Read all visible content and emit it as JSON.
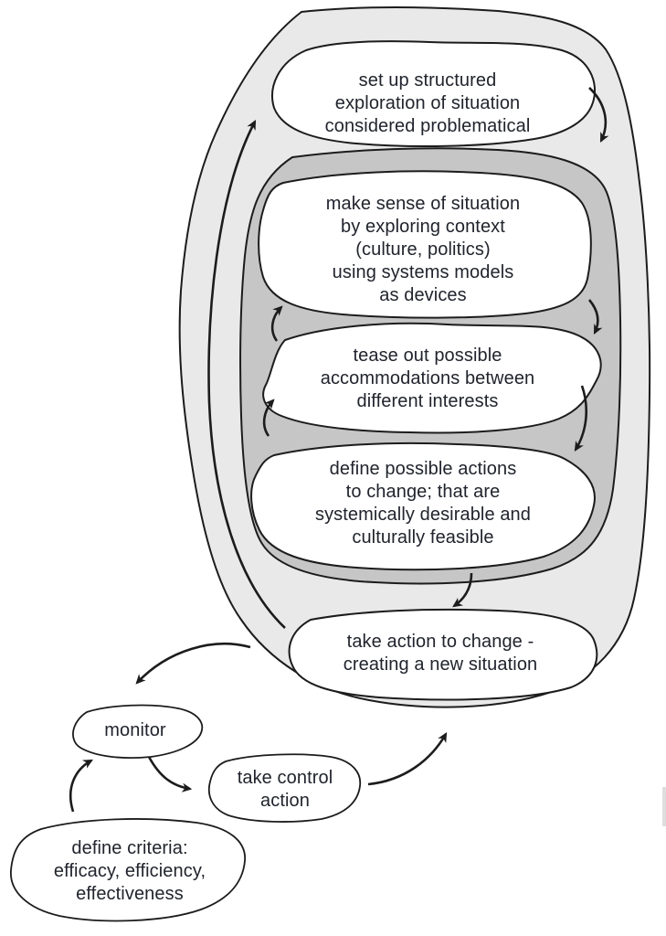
{
  "diagram": {
    "kind": "soft-systems-methodology-learning-cycle",
    "nodes": {
      "setup": {
        "label": "set up structured\nexploration of situation\nconsidered problematical"
      },
      "make_sense": {
        "label": "make sense of situation\nby exploring context\n(culture, politics)\nusing systems models\nas devices"
      },
      "tease_out": {
        "label": "tease out possible\naccommodations between\ndifferent interests"
      },
      "define_actions": {
        "label": "define possible actions\nto change; that are\nsystemically desirable and\nculturally feasible"
      },
      "take_action": {
        "label": "take action to change -\ncreating a new situation"
      },
      "monitor": {
        "label": "monitor"
      },
      "take_control": {
        "label": "take control\naction"
      },
      "define_criteria": {
        "label": "define criteria:\nefficacy, efficiency,\neffectiveness"
      }
    },
    "edges": [
      {
        "from": "setup",
        "to": "make_sense"
      },
      {
        "from": "make_sense",
        "to": "tease_out"
      },
      {
        "from": "tease_out",
        "to": "make_sense"
      },
      {
        "from": "tease_out",
        "to": "define_actions"
      },
      {
        "from": "define_actions",
        "to": "tease_out"
      },
      {
        "from": "define_actions",
        "to": "take_action"
      },
      {
        "from": "take_action",
        "to": "setup"
      },
      {
        "from": "take_action",
        "to": "monitor"
      },
      {
        "from": "define_criteria",
        "to": "monitor"
      },
      {
        "from": "monitor",
        "to": "take_control"
      },
      {
        "from": "take_control",
        "to": "take_action"
      }
    ],
    "colors": {
      "outer_fill": "#e9e9e9",
      "inner_fill": "#c6c6c6",
      "node_fill": "#ffffff",
      "stroke": "#1c1c1c",
      "text": "#21242d",
      "edge_artifact": "#dedede"
    }
  }
}
